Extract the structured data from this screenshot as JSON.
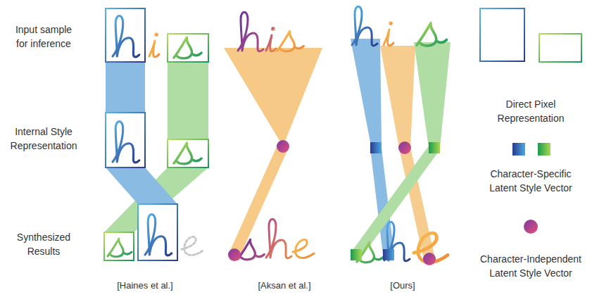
{
  "diagram": {
    "labels": [
      "Input sample for inference",
      "Internal Style Representation",
      "Synthesized Results",
      "[Haines et al.]",
      "[Aksan et al.]",
      "[Ours]"
    ],
    "legend": [
      {
        "text": "Direct Pixel Representation"
      },
      {
        "text": "Character-Specific Latent Style Vector"
      },
      {
        "text": "Character-Independent Latent Style Vector"
      }
    ]
  }
}
